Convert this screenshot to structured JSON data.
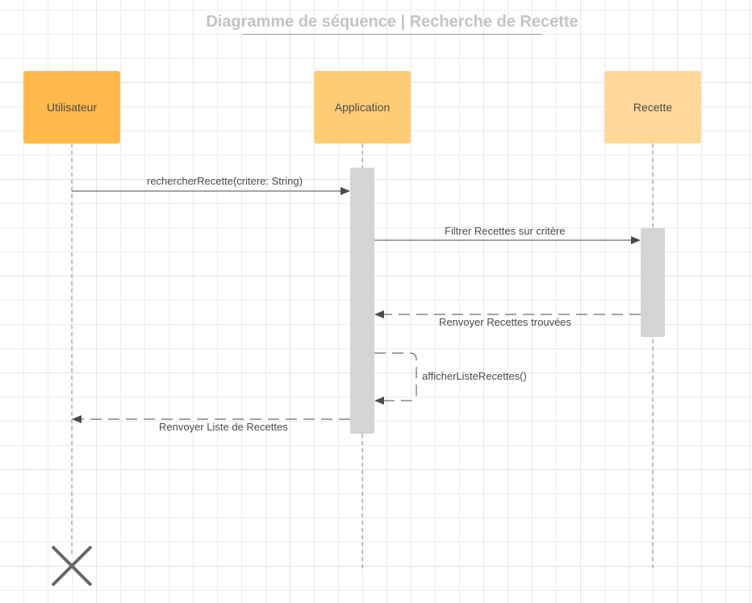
{
  "diagram": {
    "title": "Diagramme de séquence | Recherche de Recette",
    "participants": [
      {
        "label": "Utilisateur",
        "color": "#ffb94d"
      },
      {
        "label": "Application",
        "color": "#ffcc76"
      },
      {
        "label": "Recette",
        "color": "#ffd899"
      }
    ],
    "messages": [
      {
        "label": "rechercherRecette(critere: String)",
        "from": "Utilisateur",
        "to": "Application",
        "style": "solid"
      },
      {
        "label": "Filtrer Recettes sur critère",
        "from": "Application",
        "to": "Recette",
        "style": "solid"
      },
      {
        "label": "Renvoyer Recettes trouvées",
        "from": "Recette",
        "to": "Application",
        "style": "dashed"
      },
      {
        "label": "afficherListeRecettes()",
        "from": "Application",
        "to": "Application",
        "style": "dashed"
      },
      {
        "label": "Renvoyer Liste de Recettes",
        "from": "Application",
        "to": "Utilisateur",
        "style": "dashed"
      }
    ],
    "colors": {
      "lifeline": "#9a9a9a",
      "activation": "#d4d4d6",
      "arrow": "#4a4a4a",
      "destroy": "#666666"
    }
  }
}
